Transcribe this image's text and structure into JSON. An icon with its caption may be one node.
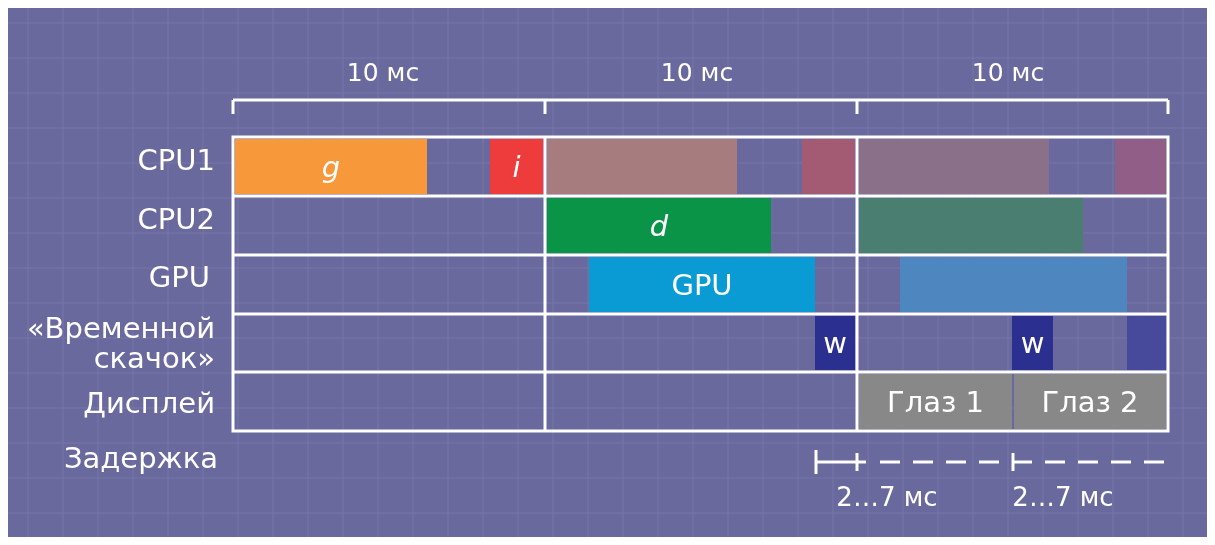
{
  "diagram": {
    "nodes": [
      {
        "text": [
          "g"
        ]
      },
      {
        "text": [
          "i"
        ]
      },
      {
        "text": [],
        "shape": "bar"
      },
      {
        "text": [],
        "shape": "bar"
      },
      {
        "text": [],
        "shape": "bar"
      },
      {
        "text": [],
        "shape": "bar"
      },
      {
        "text": [
          "d"
        ]
      },
      {
        "text": [],
        "shape": "bar"
      },
      {
        "text": [
          "GPU"
        ]
      },
      {
        "text": [],
        "shape": "bar"
      },
      {
        "text": [
          "w"
        ]
      },
      {
        "text": [
          "w"
        ]
      },
      {
        "text": [],
        "shape": "bar"
      },
      {
        "text": [
          "Глаз 1"
        ]
      },
      {
        "text": [
          "Глаз 2"
        ]
      }
    ],
    "edges": [],
    "labels": [
      "10 мс",
      "10 мс",
      "10 мс",
      "CPU1",
      "CPU2",
      "GPU",
      "«Временной скачок»",
      "Дисплей",
      "Задержка",
      "2…7 мс",
      "2…7 мс"
    ]
  }
}
